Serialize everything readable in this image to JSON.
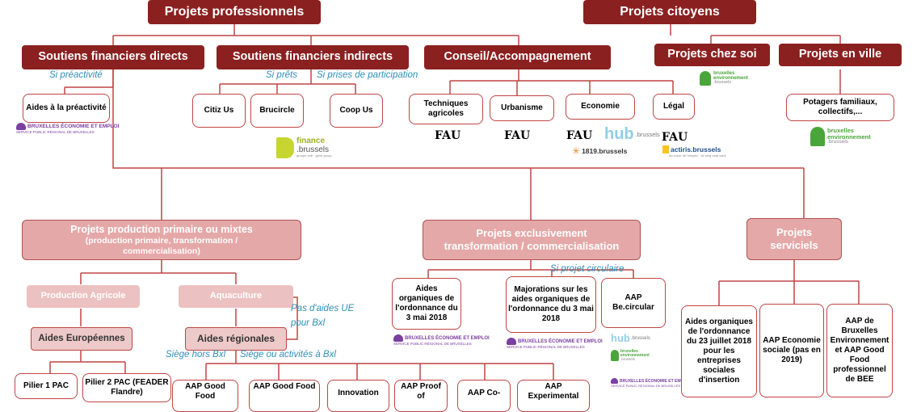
{
  "top": {
    "pro": "Projets professionnels",
    "cit": "Projets citoyens"
  },
  "cat": {
    "directs": "Soutiens financiers directs",
    "indirects": "Soutiens financiers indirects",
    "conseil": "Conseil/Accompagnement",
    "chez_soi": "Projets chez soi",
    "en_ville": "Projets en ville"
  },
  "labels": {
    "preactivite": "Si préactivité",
    "prets": "Si prêts",
    "participation": "Si prises de participation",
    "circulaire": "Si projet circulaire",
    "pas_aides": "Pas d'aides UE",
    "pour_bxl": "pour Bxl",
    "siege_hors": "Siège hors Bxl",
    "siege_ou": "Siège ou activités à Bxl"
  },
  "nodes": {
    "aides_preact": "Aides à la préactivité",
    "citiz": "Citiz Us",
    "brucircle": "Brucircle",
    "coop": "Coop Us",
    "tech": "Techniques agricoles",
    "urba": "Urbanisme",
    "eco": "Economie",
    "legal": "Légal",
    "potagers": "Potagers familiaux, collectifs,..."
  },
  "fau": "FAU",
  "logos": {
    "bee_line1": "BRUXELLES ÉCONOMIE ET EMPLOI",
    "bee_line2": "SERVICE PUBLIC RÉGIONAL DE BRUXELLES",
    "be_line1": "bruxelles",
    "be_line2": "environnement",
    "be_line3": ".brussels",
    "finance_1": "finance",
    "finance_2": ".brussels",
    "finance_3": "groupe srib · gimb group",
    "hub_1": "hub",
    "hub_2": ".brussels",
    "n1819": "1819.brussels",
    "actiris": "actiris.brussels",
    "actiris_sub": "au coeur de l'emploi · de weg naar werk"
  },
  "mid": {
    "prod_title": "Projets production primaire  ou mixtes",
    "prod_sub": "(production primaire, transformation / commercialisation)",
    "transfo_1": "Projets exclusivement",
    "transfo_2": "transformation / commercialisation",
    "servic_1": "Projets",
    "servic_2": "serviciels"
  },
  "sub": {
    "agri": "Production Agricole",
    "aqua": "Aquaculture",
    "euro": "Aides Européennes",
    "regio": "Aides régionales"
  },
  "leaves": {
    "aides_ord": "Aides organiques de l'ordonnance du 3 mai 2018",
    "majorations": "Majorations sur les aides organiques de l'ordonnance du 3 mai 2018",
    "aap_circ": "AAP Be.circular",
    "aides_23": "Aides organiques de l'ordonnance du 23 juillet 2018 pour les entreprises sociales d'insertion",
    "aap_eco": "AAP Economie sociale (pas en 2019)",
    "aap_bee": "AAP de Bruxelles Environnement et AAP Good Food professionnel de BEE",
    "pilier1": "Pilier 1 PAC",
    "pilier2": "Pilier 2 PAC (FEADER Flandre)",
    "aap_gf1": "AAP Good Food",
    "aap_gf2": "AAP Good Food",
    "innovation": "Innovation",
    "proof": "AAP Proof of",
    "coop": "AAP Co-",
    "experimental": "AAP Experimental"
  },
  "colors": {
    "dark": "#8b2020",
    "pink": "#e5a8a8",
    "light": "#ecc1c1",
    "line": "#c04545",
    "label": "#2f8fb7"
  }
}
